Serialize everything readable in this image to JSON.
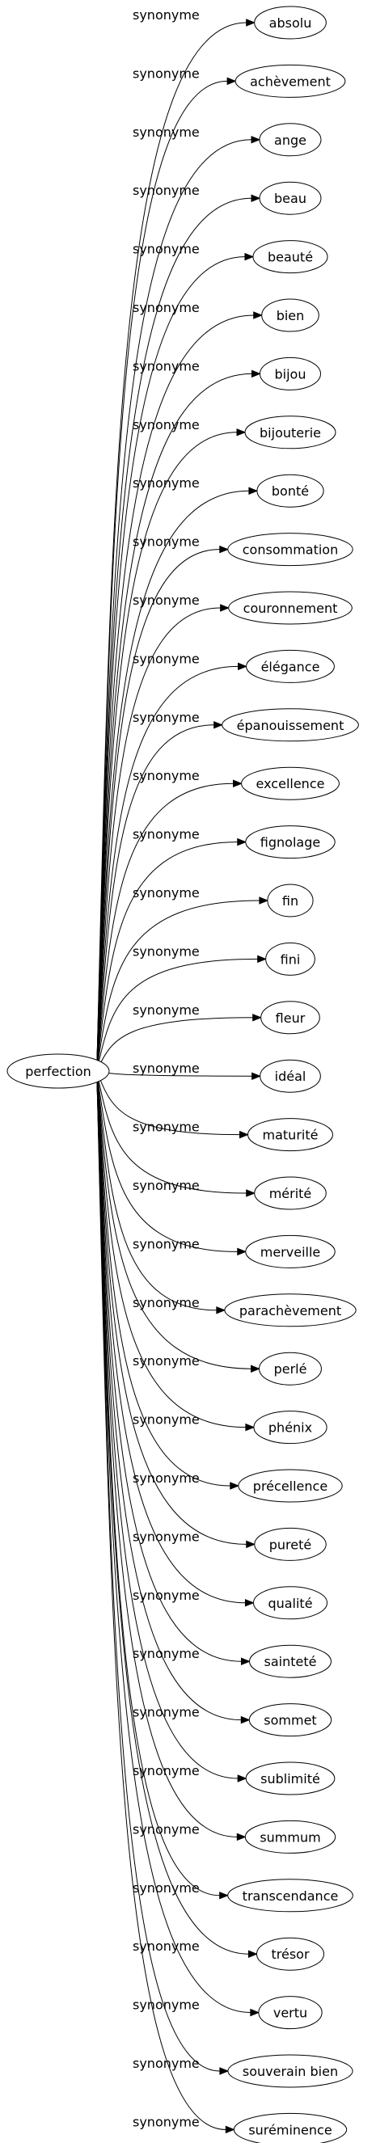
{
  "graph": {
    "center": "perfection",
    "edge_label": "synonyme",
    "synonyms": [
      "absolu",
      "achèvement",
      "ange",
      "beau",
      "beauté",
      "bien",
      "bijou",
      "bijouterie",
      "bonté",
      "consommation",
      "couronnement",
      "élégance",
      "épanouissement",
      "excellence",
      "fignolage",
      "fin",
      "fini",
      "fleur",
      "idéal",
      "maturité",
      "mérité",
      "merveille",
      "parachèvement",
      "perlé",
      "phénix",
      "précellence",
      "pureté",
      "qualité",
      "sainteté",
      "sommet",
      "sublimité",
      "summum",
      "transcendance",
      "trésor",
      "vertu",
      "souverain bien",
      "suréminence"
    ]
  }
}
